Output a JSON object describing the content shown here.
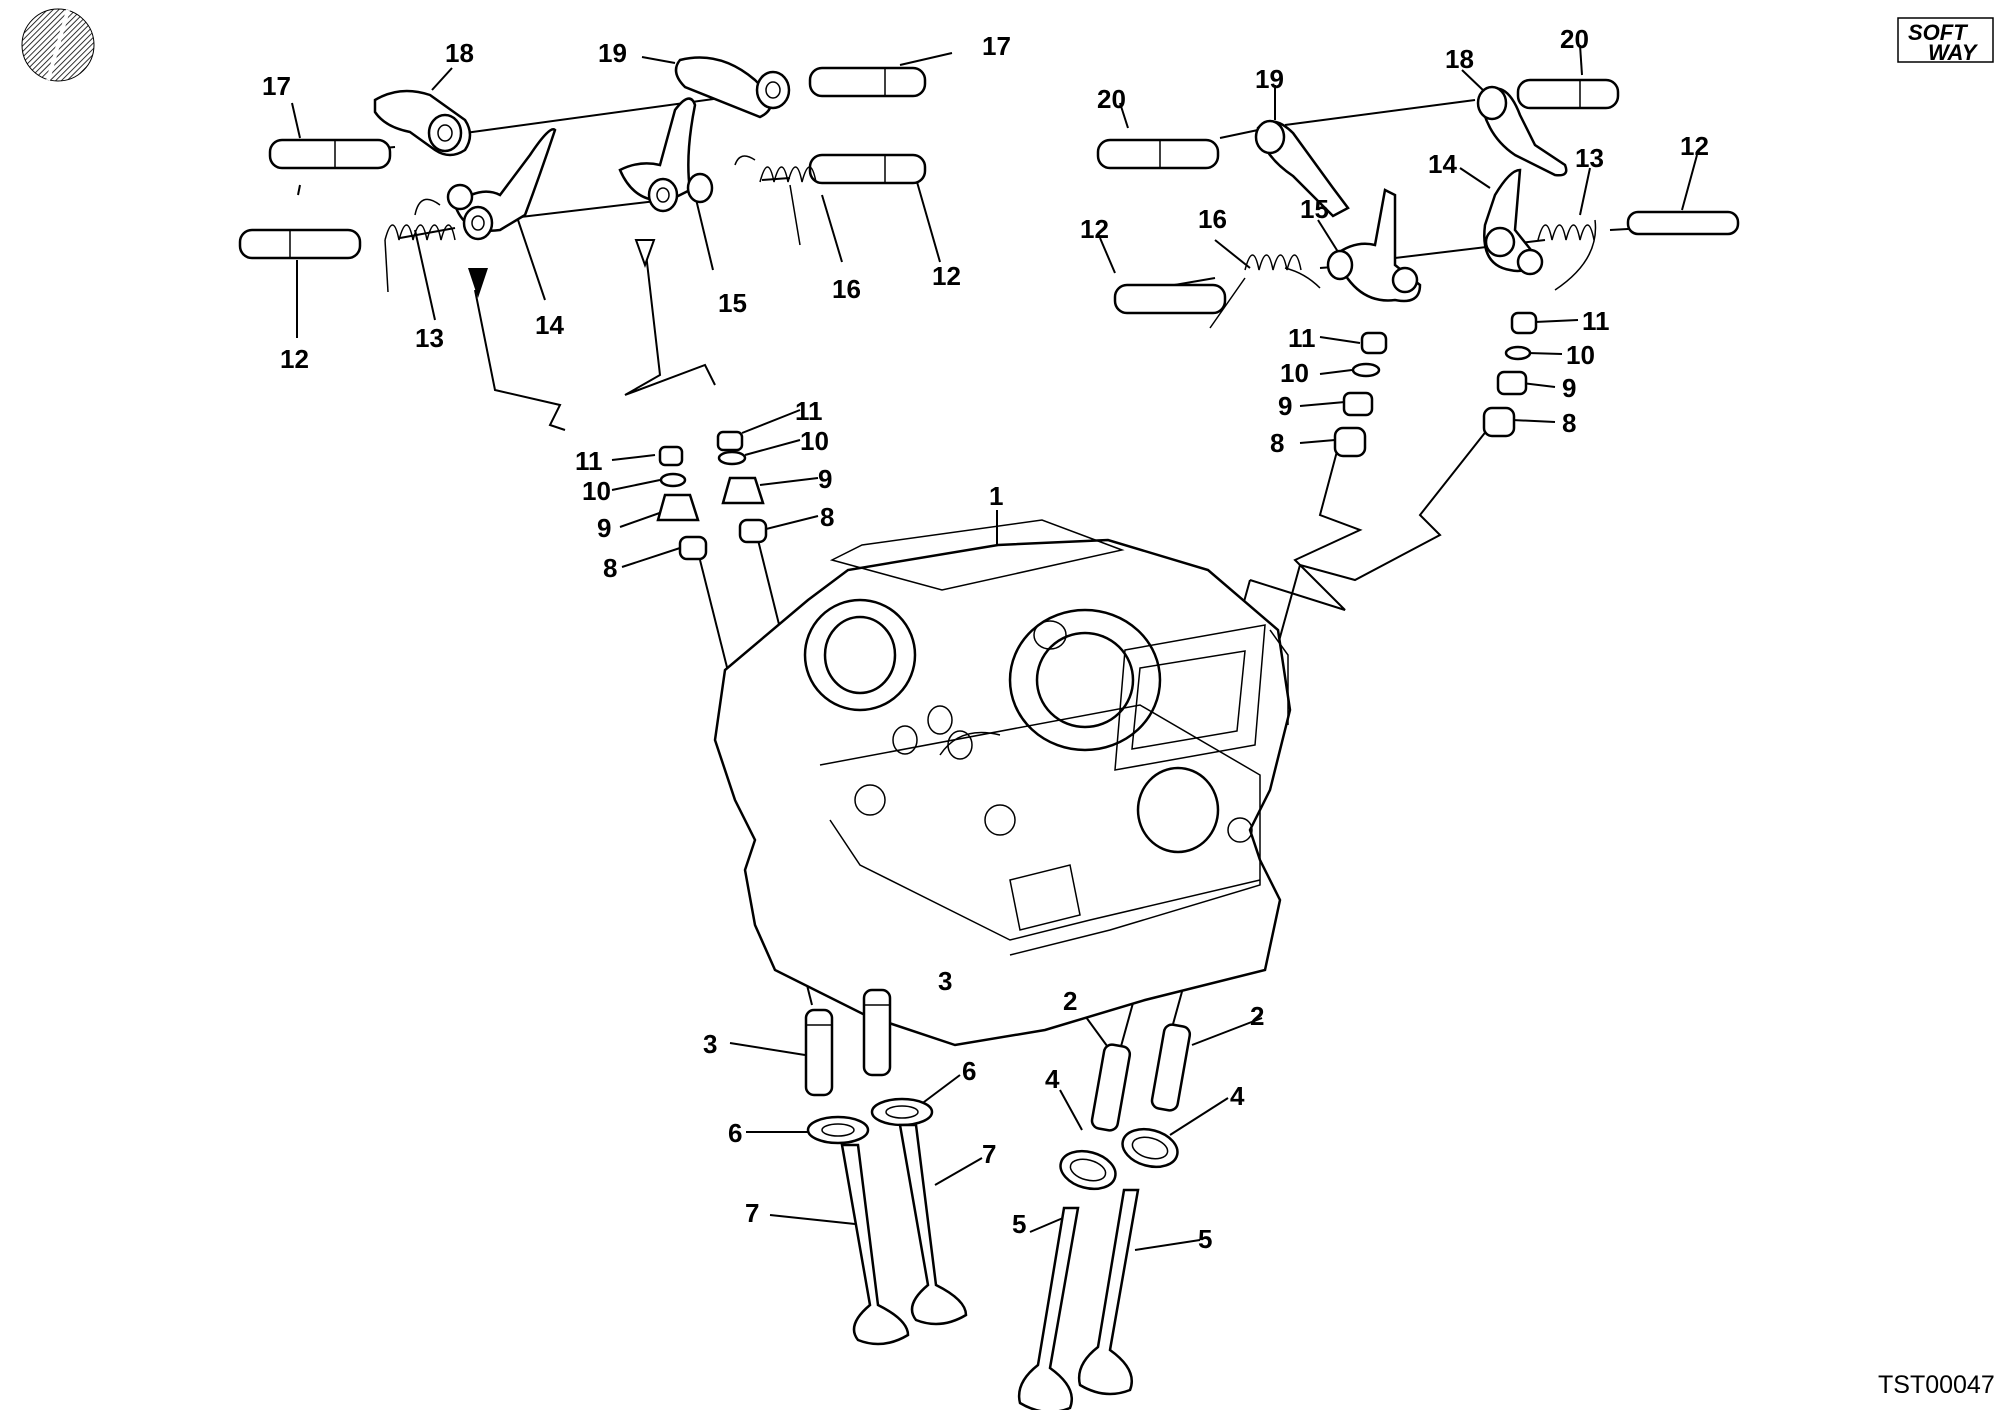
{
  "brand": {
    "logo_line1": "SOFT",
    "logo_line2": "WAY"
  },
  "drawing_code": "TST00047",
  "callouts": {
    "c17a": "17",
    "c18a": "18",
    "c19a": "19",
    "c17b": "17",
    "c13a": "13",
    "c14a": "14",
    "c15a": "15",
    "c16a": "16",
    "c12a": "12",
    "c12b": "12",
    "c11a": "11",
    "c10a": "10",
    "c9a": "9",
    "c8a": "8",
    "c11b": "11",
    "c10b": "10",
    "c9b": "9",
    "c8b": "8",
    "c1": "1",
    "c3a": "3",
    "c3b": "3",
    "c6a": "6",
    "c6b": "6",
    "c7a": "7",
    "c7b": "7",
    "c2a": "2",
    "c2b": "2",
    "c4a": "4",
    "c4b": "4",
    "c5a": "5",
    "c5b": "5",
    "c20a": "20",
    "c19b": "19",
    "c18b": "18",
    "c20b": "20",
    "c12c": "12",
    "c16b": "16",
    "c15b": "15",
    "c14b": "14",
    "c13b": "13",
    "c12d": "12",
    "c11c": "11",
    "c10c": "10",
    "c9c": "9",
    "c8c": "8",
    "c11d": "11",
    "c10d": "10",
    "c9d": "9",
    "c8d": "8"
  }
}
